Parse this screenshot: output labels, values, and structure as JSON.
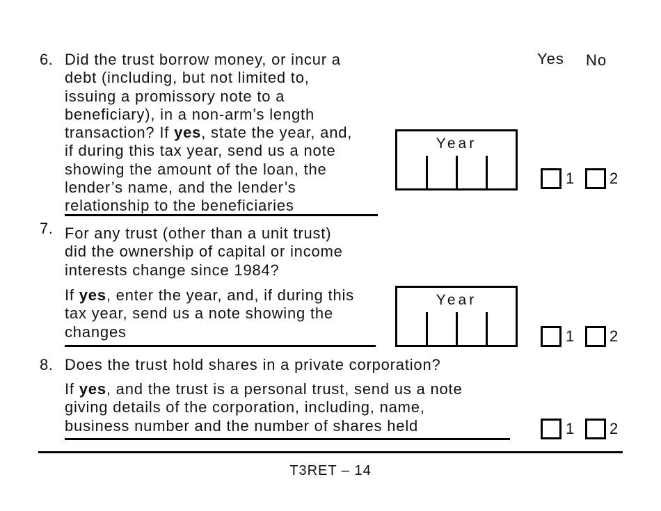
{
  "header": {
    "yes_label": "Yes",
    "no_label": "No"
  },
  "questions": [
    {
      "number": "6.",
      "text": "Did the trust borrow money, or incur a\ndebt (including, but not limited to,\nissuing a promissory note to a\nbeneficiary), in a non-arm’s length\ntransaction? If **yes**, state the year, and,\nif during this tax year, send us a note\nshowing the amount of the loan, the\nlender’s name, and the lender’s\nrelationship to the beneficiaries",
      "year_box_label": "Year",
      "yes_code": "1",
      "no_code": "2"
    },
    {
      "number": "7.",
      "question": "For any trust (other than a unit trust)\ndid the ownership of capital or income\ninterests change since 1984?",
      "instruction": "If **yes**, enter the year, and, if during this\ntax year, send us a note showing the\nchanges",
      "year_box_label": "Year",
      "yes_code": "1",
      "no_code": "2"
    },
    {
      "number": "8.",
      "question": "Does the trust hold shares in a private corporation?",
      "instruction": "If **yes**, and the trust is a personal trust, send us a note\ngiving details of the corporation, including, name,\nbusiness number and the number of shares held",
      "yes_code": "1",
      "no_code": "2"
    }
  ],
  "footer": {
    "page_label": "T3RET – 14"
  }
}
